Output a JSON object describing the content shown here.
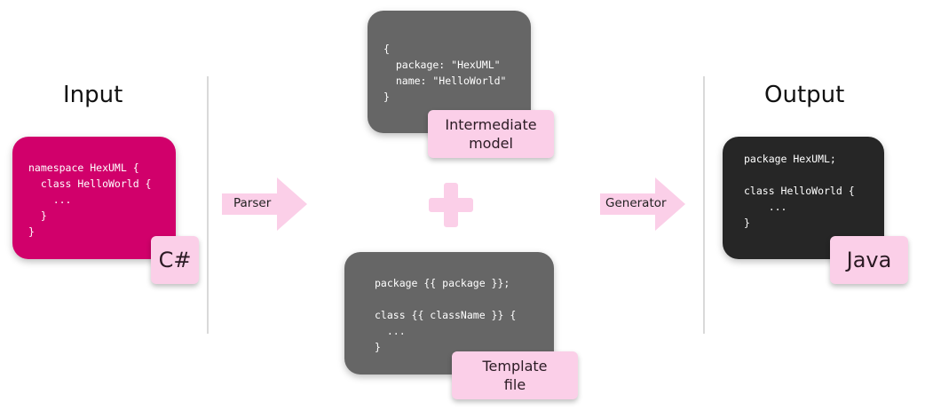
{
  "headings": {
    "input": "Input",
    "output": "Output"
  },
  "input_card": {
    "code": "namespace HexUML {\n  class HelloWorld {\n    ...\n  }\n}",
    "tag": "C#",
    "color": "#d1006b"
  },
  "parser_arrow": {
    "label": "Parser"
  },
  "model_card": {
    "code": "{\n  package: \"HexUML\"\n  name: \"HelloWorld\"\n}",
    "tag": "Intermediate\nmodel",
    "color": "#666666"
  },
  "plus": {
    "color": "#fbcfe8"
  },
  "template_card": {
    "code": "package {{ package }};\n\nclass {{ className }} {\n  ...\n}",
    "tag": "Template\nfile",
    "color": "#666666"
  },
  "generator_arrow": {
    "label": "Generator"
  },
  "output_card": {
    "code": "package HexUML;\n\nclass HelloWorld {\n    ...\n}",
    "tag": "Java",
    "color": "#262626"
  },
  "accent": "#fbcfe8"
}
